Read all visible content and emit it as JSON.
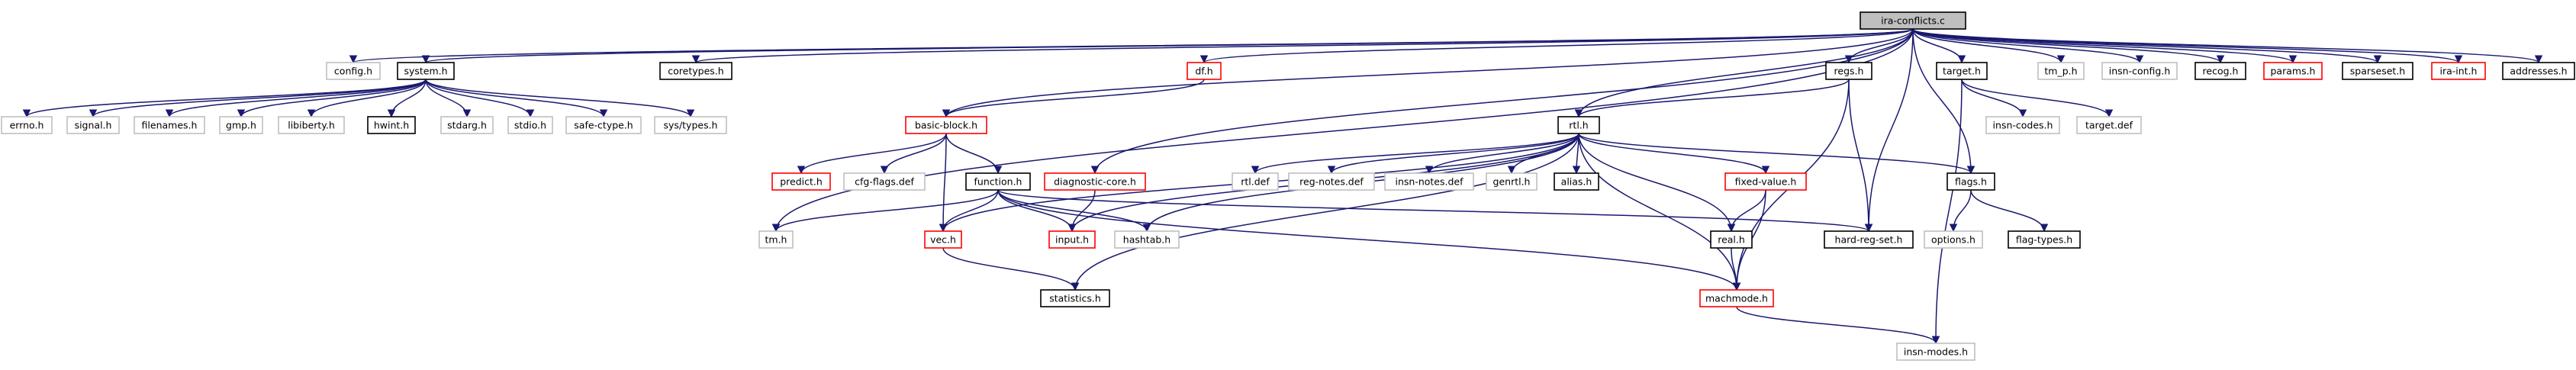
{
  "colors": {
    "black": "#000000",
    "red": "#ff0000",
    "gray": "#bfbfbf",
    "root_fill": "#bfbfbf",
    "edge": "#191970"
  },
  "nodes": [
    {
      "id": "ira-conflicts.c",
      "style": "root"
    },
    {
      "id": "config.h",
      "style": "gray"
    },
    {
      "id": "system.h",
      "style": "black"
    },
    {
      "id": "coretypes.h",
      "style": "black"
    },
    {
      "id": "df.h",
      "style": "red"
    },
    {
      "id": "basic-block.h",
      "style": "red"
    },
    {
      "id": "regs.h",
      "style": "black"
    },
    {
      "id": "rtl.h",
      "style": "black"
    },
    {
      "id": "target.h",
      "style": "black"
    },
    {
      "id": "tm_p.h",
      "style": "gray"
    },
    {
      "id": "insn-config.h",
      "style": "gray"
    },
    {
      "id": "recog.h",
      "style": "black"
    },
    {
      "id": "params.h",
      "style": "red"
    },
    {
      "id": "sparseset.h",
      "style": "black"
    },
    {
      "id": "ira-int.h",
      "style": "red"
    },
    {
      "id": "addresses.h",
      "style": "black"
    },
    {
      "id": "errno.h",
      "style": "gray"
    },
    {
      "id": "signal.h",
      "style": "gray"
    },
    {
      "id": "filenames.h",
      "style": "gray"
    },
    {
      "id": "gmp.h",
      "style": "gray"
    },
    {
      "id": "libiberty.h",
      "style": "gray"
    },
    {
      "id": "hwint.h",
      "style": "black"
    },
    {
      "id": "stdarg.h",
      "style": "gray"
    },
    {
      "id": "stdio.h",
      "style": "gray"
    },
    {
      "id": "safe-ctype.h",
      "style": "gray"
    },
    {
      "id": "sys/types.h",
      "style": "gray"
    },
    {
      "id": "predict.h",
      "style": "red"
    },
    {
      "id": "cfg-flags.def",
      "style": "gray"
    },
    {
      "id": "function.h",
      "style": "black"
    },
    {
      "id": "diagnostic-core.h",
      "style": "red"
    },
    {
      "id": "rtl.def",
      "style": "gray"
    },
    {
      "id": "reg-notes.def",
      "style": "gray"
    },
    {
      "id": "insn-notes.def",
      "style": "gray"
    },
    {
      "id": "genrtl.h",
      "style": "gray"
    },
    {
      "id": "alias.h",
      "style": "black"
    },
    {
      "id": "fixed-value.h",
      "style": "red"
    },
    {
      "id": "flags.h",
      "style": "black"
    },
    {
      "id": "insn-codes.h",
      "style": "gray"
    },
    {
      "id": "target.def",
      "style": "gray"
    },
    {
      "id": "tm.h",
      "style": "gray"
    },
    {
      "id": "vec.h",
      "style": "red"
    },
    {
      "id": "input.h",
      "style": "red"
    },
    {
      "id": "hashtab.h",
      "style": "gray"
    },
    {
      "id": "hard-reg-set.h",
      "style": "black"
    },
    {
      "id": "real.h",
      "style": "black"
    },
    {
      "id": "options.h",
      "style": "gray"
    },
    {
      "id": "flag-types.h",
      "style": "black"
    },
    {
      "id": "statistics.h",
      "style": "black"
    },
    {
      "id": "machmode.h",
      "style": "red"
    },
    {
      "id": "insn-modes.h",
      "style": "gray"
    }
  ],
  "edges": [
    [
      "ira-conflicts.c",
      "config.h"
    ],
    [
      "ira-conflicts.c",
      "system.h"
    ],
    [
      "ira-conflicts.c",
      "coretypes.h"
    ],
    [
      "ira-conflicts.c",
      "df.h"
    ],
    [
      "ira-conflicts.c",
      "basic-block.h"
    ],
    [
      "ira-conflicts.c",
      "regs.h"
    ],
    [
      "ira-conflicts.c",
      "rtl.h"
    ],
    [
      "ira-conflicts.c",
      "target.h"
    ],
    [
      "ira-conflicts.c",
      "tm_p.h"
    ],
    [
      "ira-conflicts.c",
      "insn-config.h"
    ],
    [
      "ira-conflicts.c",
      "recog.h"
    ],
    [
      "ira-conflicts.c",
      "params.h"
    ],
    [
      "ira-conflicts.c",
      "sparseset.h"
    ],
    [
      "ira-conflicts.c",
      "ira-int.h"
    ],
    [
      "ira-conflicts.c",
      "addresses.h"
    ],
    [
      "ira-conflicts.c",
      "tm.h"
    ],
    [
      "ira-conflicts.c",
      "diagnostic-core.h"
    ],
    [
      "ira-conflicts.c",
      "flags.h"
    ],
    [
      "ira-conflicts.c",
      "hard-reg-set.h"
    ],
    [
      "system.h",
      "errno.h"
    ],
    [
      "system.h",
      "signal.h"
    ],
    [
      "system.h",
      "filenames.h"
    ],
    [
      "system.h",
      "gmp.h"
    ],
    [
      "system.h",
      "libiberty.h"
    ],
    [
      "system.h",
      "hwint.h"
    ],
    [
      "system.h",
      "stdarg.h"
    ],
    [
      "system.h",
      "stdio.h"
    ],
    [
      "system.h",
      "safe-ctype.h"
    ],
    [
      "system.h",
      "sys/types.h"
    ],
    [
      "df.h",
      "basic-block.h"
    ],
    [
      "basic-block.h",
      "predict.h"
    ],
    [
      "basic-block.h",
      "cfg-flags.def"
    ],
    [
      "basic-block.h",
      "function.h"
    ],
    [
      "basic-block.h",
      "vec.h"
    ],
    [
      "regs.h",
      "rtl.h"
    ],
    [
      "regs.h",
      "hard-reg-set.h"
    ],
    [
      "regs.h",
      "machmode.h"
    ],
    [
      "rtl.h",
      "rtl.def"
    ],
    [
      "rtl.h",
      "reg-notes.def"
    ],
    [
      "rtl.h",
      "insn-notes.def"
    ],
    [
      "rtl.h",
      "genrtl.h"
    ],
    [
      "rtl.h",
      "alias.h"
    ],
    [
      "rtl.h",
      "fixed-value.h"
    ],
    [
      "rtl.h",
      "flags.h"
    ],
    [
      "rtl.h",
      "vec.h"
    ],
    [
      "rtl.h",
      "input.h"
    ],
    [
      "rtl.h",
      "hashtab.h"
    ],
    [
      "rtl.h",
      "real.h"
    ],
    [
      "rtl.h",
      "statistics.h"
    ],
    [
      "rtl.h",
      "machmode.h"
    ],
    [
      "target.h",
      "insn-codes.h"
    ],
    [
      "target.h",
      "target.def"
    ],
    [
      "target.h",
      "insn-modes.h"
    ],
    [
      "function.h",
      "tm.h"
    ],
    [
      "function.h",
      "vec.h"
    ],
    [
      "function.h",
      "input.h"
    ],
    [
      "function.h",
      "hashtab.h"
    ],
    [
      "function.h",
      "hard-reg-set.h"
    ],
    [
      "function.h",
      "machmode.h"
    ],
    [
      "diagnostic-core.h",
      "input.h"
    ],
    [
      "fixed-value.h",
      "real.h"
    ],
    [
      "fixed-value.h",
      "machmode.h"
    ],
    [
      "flags.h",
      "options.h"
    ],
    [
      "flags.h",
      "flag-types.h"
    ],
    [
      "vec.h",
      "statistics.h"
    ],
    [
      "real.h",
      "machmode.h"
    ],
    [
      "machmode.h",
      "insn-modes.h"
    ]
  ]
}
